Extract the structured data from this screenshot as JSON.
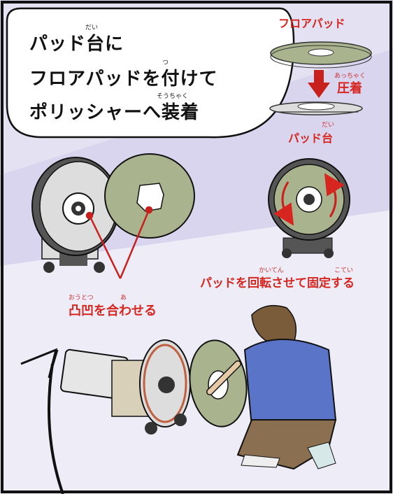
{
  "bubble": {
    "line1": "パッド台に",
    "line2": "フロアパッドを付けて",
    "line3": "ポリッシャーへ装着",
    "ruby_dai": "だい",
    "ruby_tsu": "つ",
    "ruby_souchaku": "そうちゃく"
  },
  "steps": {
    "floor_pad_label": "フロアパッド",
    "press_label": "圧着",
    "press_ruby": "あっちゃく",
    "pad_base_label": "パッド台",
    "pad_base_ruby": "だい",
    "rotate_label": "パッドを回転させて固定する",
    "rotate_ruby_kaiten": "かいてん",
    "rotate_ruby_kotei": "こてい",
    "align_label": "凸凹を合わせる",
    "align_ruby_outotsu": "おうとつ",
    "align_ruby_a": "あ"
  },
  "colors": {
    "accent_red": "#d6261f",
    "pad_green": "#a9b48f",
    "background_lavender": "#d9d5ee",
    "uniform_blue": "#5a74c8",
    "pants_brown": "#8a7050"
  }
}
